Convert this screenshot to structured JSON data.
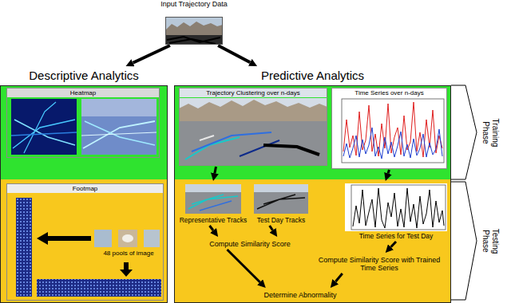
{
  "diagram": {
    "nodes": [
      {
        "text": [
          "Input Trajectory Data"
        ]
      },
      {
        "text": [
          "Descriptive Analytics"
        ]
      },
      {
        "text": [
          "Heatmap"
        ],
        "in": 1
      },
      {
        "text": [
          "Footmap"
        ],
        "in": 1
      },
      {
        "text": [
          "Predictive Analytics"
        ]
      },
      {
        "text": [
          "Trajectory Clustering over n-days"
        ],
        "in": 4
      },
      {
        "text": [
          "Time Series over n-days"
        ],
        "in": 4
      },
      {
        "text": [
          "Representative Tracks"
        ],
        "in": 4
      },
      {
        "text": [
          "Test Day Tracks"
        ],
        "in": 4
      },
      {
        "text": [
          "Compute Similarity Score"
        ],
        "in": 4
      },
      {
        "text": [
          "Time Series for Test Day"
        ],
        "in": 4
      },
      {
        "text": [
          "Compute Similarity Score with Trained Time Series"
        ],
        "in": 4
      },
      {
        "text": [
          "Determine Abnormality"
        ],
        "in": 4
      }
    ],
    "edges": [
      {
        "from": 0,
        "to": 1,
        "arrow": "to"
      },
      {
        "from": 0,
        "to": 4,
        "arrow": "to"
      },
      {
        "from": 5,
        "to": 7,
        "arrow": "to"
      },
      {
        "from": 7,
        "to": 9,
        "arrow": "to"
      },
      {
        "from": 8,
        "to": 9,
        "arrow": "to"
      },
      {
        "from": 9,
        "to": 12,
        "arrow": "to"
      },
      {
        "from": 6,
        "to": 10,
        "arrow": "to"
      },
      {
        "from": 10,
        "to": 11,
        "arrow": "to"
      },
      {
        "from": 11,
        "to": 12,
        "arrow": "to"
      }
    ],
    "labels": [
      "48 pools of image",
      "Training Phase",
      "Testing Phase"
    ]
  }
}
